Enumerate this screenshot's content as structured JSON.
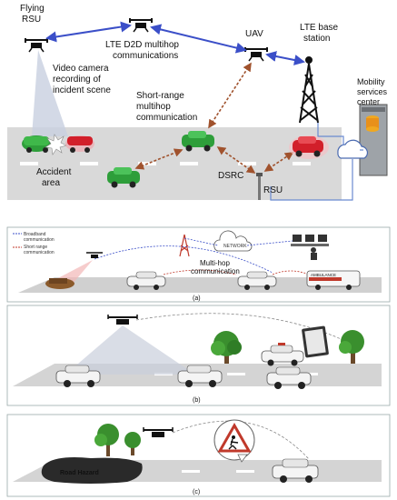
{
  "panel_top": {
    "labels": {
      "flying_rsu_line1": "Flying",
      "flying_rsu_line2": "RSU",
      "lte_d2d_line1": "LTE D2D multihop",
      "lte_d2d_line2": "communications",
      "uav": "UAV",
      "lte_base_line1": "LTE base",
      "lte_base_line2": "station",
      "video_line1": "Video camera",
      "video_line2": "recording of",
      "video_line3": "incident scene",
      "short_range_line1": "Short-range",
      "short_range_line2": "multihop",
      "short_range_line3": "communication",
      "mobility_line1": "Mobility",
      "mobility_line2": "services",
      "mobility_line3": "center",
      "accident_line1": "Accident",
      "accident_line2": "area",
      "dsrc": "DSRC",
      "rsu": "RSU"
    }
  },
  "panel_a": {
    "legend_broadband_line1": "Broadband",
    "legend_broadband_line2": "communication",
    "legend_short_line1": "Short range",
    "legend_short_line2": "communication",
    "network": "NETWORK",
    "multihop_line1": "Multi-hop",
    "multihop_line2": "communication",
    "ambulance": "AMBULANCE",
    "caption": "(a)"
  },
  "panel_b": {
    "caption": "(b)"
  },
  "panel_c": {
    "road_hazard": "Road Hazard",
    "caption": "(c)"
  },
  "colors": {
    "lte_link": "#3b4fc8",
    "short_range_link": "#c0392b",
    "road": "#d9d9d9",
    "car_green": "#2e9e3a",
    "car_red": "#d21f2a",
    "multihop_text": "#4a9a3a"
  }
}
